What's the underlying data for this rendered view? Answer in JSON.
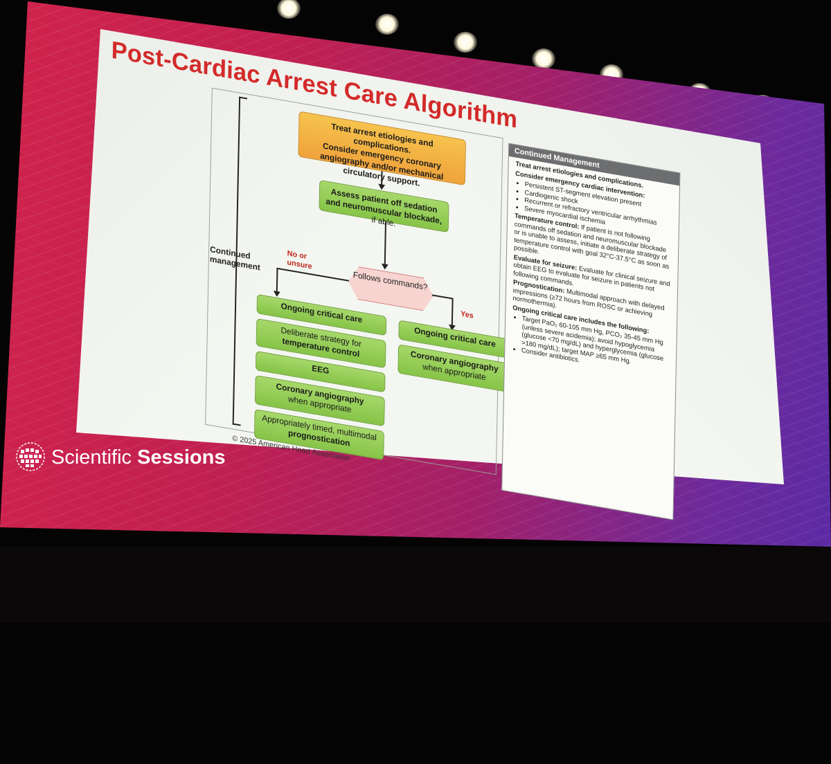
{
  "slide": {
    "title": "Post-Cardiac Arrest Care Algorithm",
    "continued_management_label": "Continued management",
    "copyright": "© 2025 American Heart Association"
  },
  "flowchart": {
    "top_box": {
      "line1": "Treat arrest etiologies and complications.",
      "line2": "Consider emergency coronary angiography and/or mechanical circulatory support."
    },
    "assess_box": {
      "bold": "Assess patient off sedation and neuromuscular blockade,",
      "normal": " if able."
    },
    "decision": {
      "text": "Follows commands?",
      "no_label": "No or unsure",
      "yes_label": "Yes"
    },
    "left_branch": {
      "ongoing": "Ongoing critical care",
      "deliberate_normal": "Deliberate strategy for",
      "deliberate_bold": "temperature control",
      "eeg": "EEG",
      "coronary_bold": "Coronary angiography",
      "coronary_normal": "when appropriate",
      "prog_normal": "Appropriately timed, multimodal",
      "prog_bold": "prognostication"
    },
    "right_branch": {
      "ongoing": "Ongoing critical care",
      "coronary_bold": "Coronary angiography",
      "coronary_normal": "when appropriate"
    }
  },
  "panel": {
    "header": "Continued Management",
    "p1": "Treat arrest etiologies and complications.",
    "p2": "Consider emergency cardiac intervention:",
    "list1": [
      "Persistent ST-segment elevation present",
      "Cardiogenic shock",
      "Recurrent or refractory ventricular arrhythmias",
      "Severe myocardial ischemia"
    ],
    "temp_bold": "Temperature control:",
    "temp_text": " If patient is not following commands off sedation and neuromuscular blockade or is unable to assess, initiate a deliberate strategy of temperature control with goal 32°C-37.5°C as soon as possible.",
    "seizure_bold": "Evaluate for seizure:",
    "seizure_text": " Evaluate for clinical seizure and obtain EEG to evaluate for seizure in patients not following commands.",
    "prog_bold": "Prognostication:",
    "prog_text": " Multimodal approach with delayed impressions (≥72 hours from ROSC or achieving normothermia).",
    "ongoing_bold": "Ongoing critical care includes the following:",
    "list2": [
      "Target PaO₂ 60-105 mm Hg, PCO₂ 35-45 mm Hg (unless severe acidemia); avoid hypoglycemia (glucose <70 mg/dL) and hyperglycemia (glucose >180 mg/dL); target MAP ≥65 mm Hg.",
      "Consider antibiotics."
    ]
  },
  "branding": {
    "name_normal": "Scientific",
    "name_bold": "Sessions"
  },
  "colors": {
    "screen_red": "#d0234c",
    "screen_purple": "#5a2aa5",
    "title_red": "#d32a2a",
    "box_green": "#86c447",
    "box_orange": "#efa23b"
  }
}
